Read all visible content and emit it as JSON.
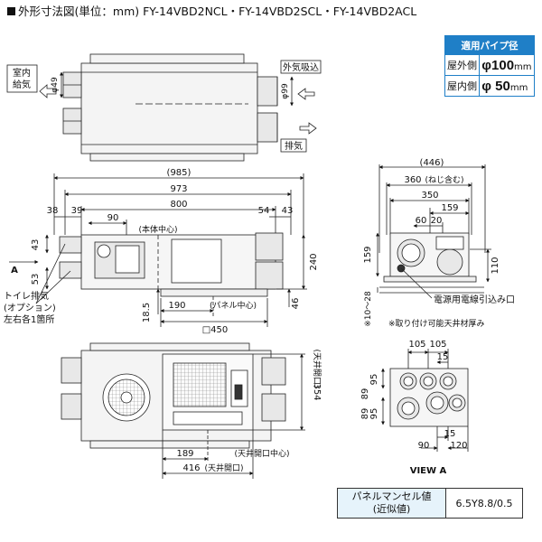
{
  "heading": {
    "title": "外形寸法図",
    "unit": "(単位：mm)",
    "models": "FY-14VBD2NCL・FY-14VBD2SCL・FY-14VBD2ACL"
  },
  "pipe_table": {
    "header": "適用パイプ径",
    "outdoor_label": "屋外側",
    "outdoor_value": "φ100",
    "outdoor_unit": "mm",
    "indoor_label": "屋内側",
    "indoor_value": "φ 50",
    "indoor_unit": "mm"
  },
  "top_view": {
    "indoor_supply": [
      "室内",
      "給気"
    ],
    "outdoor_intake": "外気吸込",
    "exhaust": "排気",
    "phi49": "φ49",
    "phi99": "φ99"
  },
  "front_view": {
    "dims": {
      "d985": "(985)",
      "d973": "973",
      "d800": "800",
      "d38": "38",
      "d39": "39",
      "d54": "54",
      "d43": "43",
      "d90": "90",
      "d43_left": "43",
      "d53": "53",
      "d240": "240",
      "d46": "46",
      "d18_5": "18.5",
      "d190": "190",
      "d450": "□450"
    },
    "body_center": "(本体中心)",
    "panel_center": "(パネル中心)",
    "arrow_a": "A",
    "toilet_note": [
      "トイレ排気",
      "(オプション)",
      "左右各1箇所"
    ]
  },
  "side_view": {
    "dims": {
      "d446": "(446)",
      "d360": "360",
      "d360_note": "(ねじ含む)",
      "d350": "350",
      "d159": "159",
      "d60": "60",
      "d20": "20",
      "d159v": "159",
      "d110": "110",
      "d10_28": "※10〜28"
    },
    "cord_label": "電源用電線引込み口",
    "ceiling_note": "※取り付け可能天井材厚み"
  },
  "bottom_view": {
    "dims": {
      "d354": "354",
      "d354_note": "(天井開口)",
      "d189": "189",
      "d189_note": "(天井開口中心)",
      "d416": "416",
      "d416_note": "(天井開口)"
    }
  },
  "view_a": {
    "dims": {
      "d105a": "105",
      "d105b": "105",
      "d15top": "15",
      "d89": "89",
      "d95": "95",
      "d89b": "89",
      "d95b": "95",
      "d15bot": "15",
      "d90": "90",
      "d120": "120"
    },
    "caption": "VIEW A"
  },
  "panel_color": {
    "label_line1": "パネルマンセル値",
    "label_line2": "(近似値)",
    "value": "6.5Y8.8/0.5"
  },
  "colors": {
    "accent": "#1f7fc7",
    "accent_light": "#e6f3fb",
    "line": "#111111",
    "part_fill": "#e8e8e8"
  }
}
